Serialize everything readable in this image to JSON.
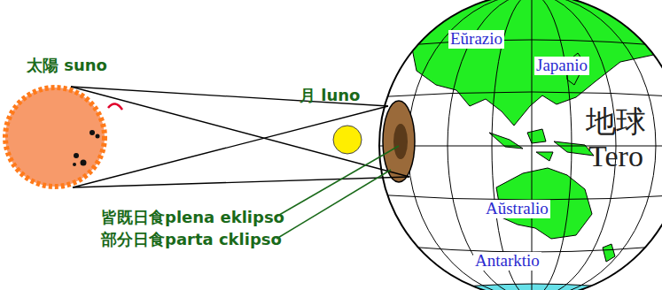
{
  "diagram": {
    "labels": [
      "太陽 suno",
      "月 luno",
      "地球 Tero",
      "Eŭrazio",
      "Japanio",
      "Aŭstralio",
      "Antarktio",
      "皆既日食plena eklipso",
      "部分日食parta cklipso"
    ]
  }
}
